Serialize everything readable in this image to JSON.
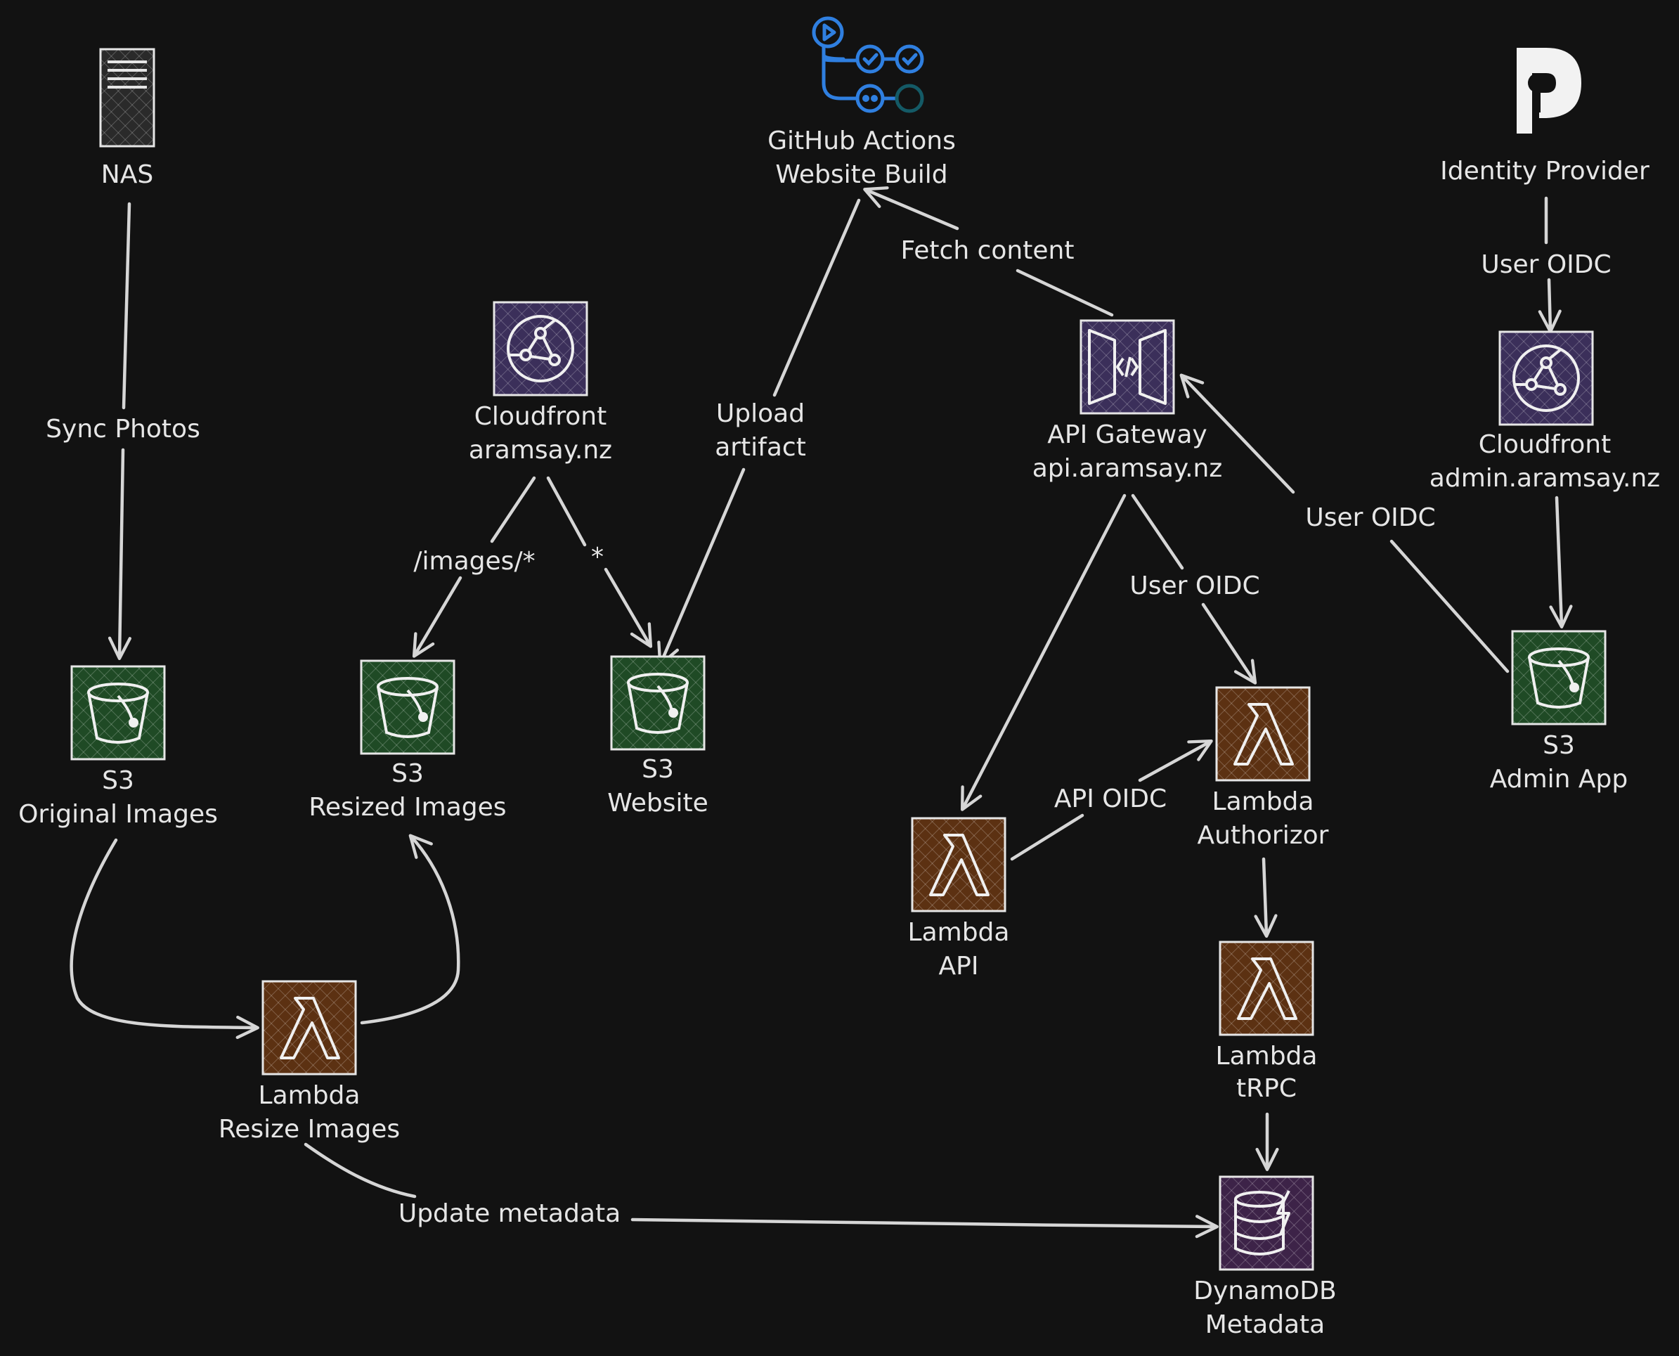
{
  "nodes": {
    "nas": {
      "line1": "NAS",
      "line2": ""
    },
    "s3_original": {
      "line1": "S3",
      "line2": "Original Images"
    },
    "lambda_resize": {
      "line1": "Lambda",
      "line2": "Resize Images"
    },
    "s3_resized": {
      "line1": "S3",
      "line2": "Resized Images"
    },
    "cloudfront_main": {
      "line1": "Cloudfront",
      "line2": "aramsay.nz"
    },
    "s3_website": {
      "line1": "S3",
      "line2": "Website"
    },
    "github_actions": {
      "line1": "GitHub Actions",
      "line2": "Website Build"
    },
    "api_gateway": {
      "line1": "API Gateway",
      "line2": "api.aramsay.nz"
    },
    "lambda_api": {
      "line1": "Lambda",
      "line2": "API"
    },
    "lambda_authorizor": {
      "line1": "Lambda",
      "line2": "Authorizor"
    },
    "lambda_trpc": {
      "line1": "Lambda",
      "line2": "tRPC"
    },
    "dynamodb": {
      "line1": "DynamoDB",
      "line2": "Metadata"
    },
    "identity_provider": {
      "line1": "Identity Provider",
      "line2": ""
    },
    "cloudfront_admin": {
      "line1": "Cloudfront",
      "line2": "admin.aramsay.nz"
    },
    "s3_admin": {
      "line1": "S3",
      "line2": "Admin App"
    }
  },
  "edges": {
    "sync_photos": "Sync Photos",
    "images_path": "/images/*",
    "star_path": "*",
    "upload_artifact_1": "Upload",
    "upload_artifact_2": "artifact",
    "fetch_content": "Fetch content",
    "user_oidc_idp": "User OIDC",
    "user_oidc_admin": "User OIDC",
    "user_oidc_gateway": "User OIDC",
    "api_oidc": "API OIDC",
    "update_metadata": "Update metadata"
  },
  "colors": {
    "background": "#121212",
    "s3_green": "#1f4a25",
    "lambda_orange": "#5c3112",
    "network_purple": "#3b2f5a",
    "dynamo_purple": "#3d2348",
    "github_blue": "#2f7fe0"
  }
}
